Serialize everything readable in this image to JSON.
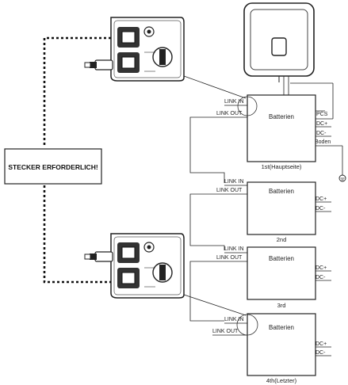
{
  "plug_label": "STECKER ERFORDERLICH!",
  "pcs_label": "PCS",
  "boden_label": "Boden",
  "batteries": [
    {
      "name": "Batterien",
      "caption": "1st(Hauptseite)",
      "link_in": "LINK IN",
      "link_out": "LINK OUT",
      "dc_plus": "DC+",
      "dc_minus": "DC-"
    },
    {
      "name": "Batterien",
      "caption": "2nd",
      "link_in": "LINK IN",
      "link_out": "LINK OUT",
      "dc_plus": "DC+",
      "dc_minus": "DC-"
    },
    {
      "name": "Batterien",
      "caption": "3rd",
      "link_in": "LINK IN",
      "link_out": "LINK OUT",
      "dc_plus": "DC+",
      "dc_minus": "DC-"
    },
    {
      "name": "Batterien",
      "caption": "4th(Letzter)",
      "link_in": "LINK IN",
      "link_out": "LINK OUT",
      "dc_plus": "DC+",
      "dc_minus": "DC-"
    }
  ]
}
